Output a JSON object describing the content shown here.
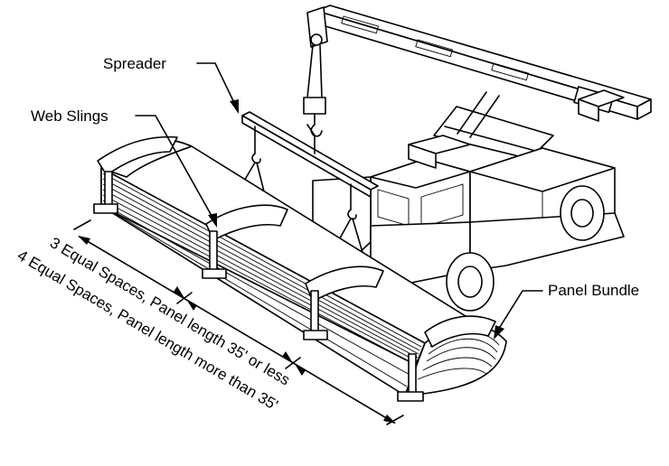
{
  "labels": {
    "spreader": "Spreader",
    "web_slings": "Web Slings",
    "panel_bundle": "Panel Bundle"
  },
  "dimensions": {
    "three_spaces": "3 Equal Spaces, Panel length 35' or less",
    "four_spaces": "4 Equal Spaces, Panel length more than 35'"
  },
  "colors": {
    "line": "#000000",
    "background": "#ffffff"
  }
}
